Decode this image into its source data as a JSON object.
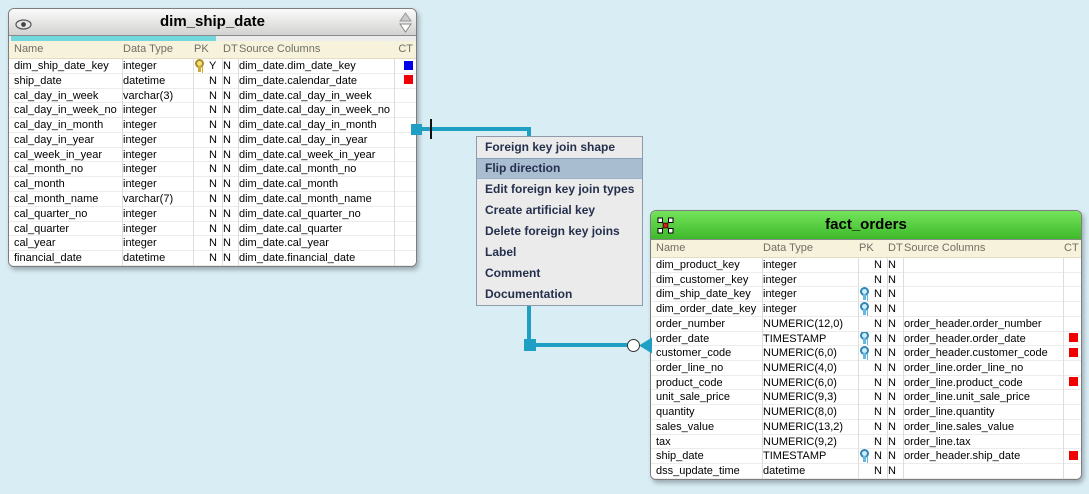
{
  "colors": {
    "canvasBg": "#d9edf4",
    "connector": "#1f9fc4",
    "dimHeaderTop": "#fbfbfb",
    "dimHeaderBottom": "#d2d2d0",
    "factHeaderTop": "#74e45b",
    "factHeaderBottom": "#3eb92a",
    "colheadBg": "#f7f2dc",
    "scrollThumb": "#72d8dd",
    "menuHighlight": "#a9bdd1",
    "ctBlue": "#0000e8",
    "ctRed": "#f00000"
  },
  "dim_table": {
    "title": "dim_ship_date",
    "header_icon": "eye-icon",
    "columns": [
      "Name",
      "Data Type",
      "PK",
      "DT",
      "Source Columns",
      "CT"
    ],
    "rows": [
      {
        "name": "dim_ship_date_key",
        "type": "integer",
        "key": "gold",
        "pk": "Y",
        "dt": "N",
        "source": "dim_date.dim_date_key",
        "ct": "blue"
      },
      {
        "name": "ship_date",
        "type": "datetime",
        "key": "",
        "pk": "N",
        "dt": "N",
        "source": "dim_date.calendar_date",
        "ct": "red"
      },
      {
        "name": "cal_day_in_week",
        "type": "varchar(3)",
        "key": "",
        "pk": "N",
        "dt": "N",
        "source": "dim_date.cal_day_in_week",
        "ct": ""
      },
      {
        "name": "cal_day_in_week_no",
        "type": "integer",
        "key": "",
        "pk": "N",
        "dt": "N",
        "source": "dim_date.cal_day_in_week_no",
        "ct": ""
      },
      {
        "name": "cal_day_in_month",
        "type": "integer",
        "key": "",
        "pk": "N",
        "dt": "N",
        "source": "dim_date.cal_day_in_month",
        "ct": ""
      },
      {
        "name": "cal_day_in_year",
        "type": "integer",
        "key": "",
        "pk": "N",
        "dt": "N",
        "source": "dim_date.cal_day_in_year",
        "ct": ""
      },
      {
        "name": "cal_week_in_year",
        "type": "integer",
        "key": "",
        "pk": "N",
        "dt": "N",
        "source": "dim_date.cal_week_in_year",
        "ct": ""
      },
      {
        "name": "cal_month_no",
        "type": "integer",
        "key": "",
        "pk": "N",
        "dt": "N",
        "source": "dim_date.cal_month_no",
        "ct": ""
      },
      {
        "name": "cal_month",
        "type": "integer",
        "key": "",
        "pk": "N",
        "dt": "N",
        "source": "dim_date.cal_month",
        "ct": ""
      },
      {
        "name": "cal_month_name",
        "type": "varchar(7)",
        "key": "",
        "pk": "N",
        "dt": "N",
        "source": "dim_date.cal_month_name",
        "ct": ""
      },
      {
        "name": "cal_quarter_no",
        "type": "integer",
        "key": "",
        "pk": "N",
        "dt": "N",
        "source": "dim_date.cal_quarter_no",
        "ct": ""
      },
      {
        "name": "cal_quarter",
        "type": "integer",
        "key": "",
        "pk": "N",
        "dt": "N",
        "source": "dim_date.cal_quarter",
        "ct": ""
      },
      {
        "name": "cal_year",
        "type": "integer",
        "key": "",
        "pk": "N",
        "dt": "N",
        "source": "dim_date.cal_year",
        "ct": ""
      },
      {
        "name": "financial_date",
        "type": "datetime",
        "key": "",
        "pk": "N",
        "dt": "N",
        "source": "dim_date.financial_date",
        "ct": ""
      }
    ]
  },
  "fact_table": {
    "title": "fact_orders",
    "header_icon": "star-schema-icon",
    "columns": [
      "Name",
      "Data Type",
      "PK",
      "DT",
      "Source Columns",
      "CT"
    ],
    "rows": [
      {
        "name": "dim_product_key",
        "type": "integer",
        "key": "",
        "pk": "N",
        "dt": "N",
        "source": "",
        "ct": ""
      },
      {
        "name": "dim_customer_key",
        "type": "integer",
        "key": "",
        "pk": "N",
        "dt": "N",
        "source": "",
        "ct": ""
      },
      {
        "name": "dim_ship_date_key",
        "type": "integer",
        "key": "blue",
        "pk": "N",
        "dt": "N",
        "source": "",
        "ct": ""
      },
      {
        "name": "dim_order_date_key",
        "type": "integer",
        "key": "blue",
        "pk": "N",
        "dt": "N",
        "source": "",
        "ct": ""
      },
      {
        "name": "order_number",
        "type": "NUMERIC(12,0)",
        "key": "",
        "pk": "N",
        "dt": "N",
        "source": "order_header.order_number",
        "ct": ""
      },
      {
        "name": "order_date",
        "type": "TIMESTAMP",
        "key": "blue",
        "pk": "N",
        "dt": "N",
        "source": "order_header.order_date",
        "ct": "red"
      },
      {
        "name": "customer_code",
        "type": "NUMERIC(6,0)",
        "key": "blue",
        "pk": "N",
        "dt": "N",
        "source": "order_header.customer_code",
        "ct": "red"
      },
      {
        "name": "order_line_no",
        "type": "NUMERIC(4,0)",
        "key": "",
        "pk": "N",
        "dt": "N",
        "source": "order_line.order_line_no",
        "ct": ""
      },
      {
        "name": "product_code",
        "type": "NUMERIC(6,0)",
        "key": "",
        "pk": "N",
        "dt": "N",
        "source": "order_line.product_code",
        "ct": "red"
      },
      {
        "name": "unit_sale_price",
        "type": "NUMERIC(9,3)",
        "key": "",
        "pk": "N",
        "dt": "N",
        "source": "order_line.unit_sale_price",
        "ct": ""
      },
      {
        "name": "quantity",
        "type": "NUMERIC(8,0)",
        "key": "",
        "pk": "N",
        "dt": "N",
        "source": "order_line.quantity",
        "ct": ""
      },
      {
        "name": "sales_value",
        "type": "NUMERIC(13,2)",
        "key": "",
        "pk": "N",
        "dt": "N",
        "source": "order_line.sales_value",
        "ct": ""
      },
      {
        "name": "tax",
        "type": "NUMERIC(9,2)",
        "key": "",
        "pk": "N",
        "dt": "N",
        "source": "order_line.tax",
        "ct": ""
      },
      {
        "name": "ship_date",
        "type": "TIMESTAMP",
        "key": "blue",
        "pk": "N",
        "dt": "N",
        "source": "order_header.ship_date",
        "ct": "red"
      },
      {
        "name": "dss_update_time",
        "type": "datetime",
        "key": "",
        "pk": "N",
        "dt": "N",
        "source": "",
        "ct": ""
      }
    ]
  },
  "context_menu": {
    "items": [
      {
        "label": "Foreign key join shape",
        "highlighted": false
      },
      {
        "label": "Flip direction",
        "highlighted": true
      },
      {
        "label": "Edit foreign key join types",
        "highlighted": false
      },
      {
        "label": "Create artificial key",
        "highlighted": false
      },
      {
        "label": "Delete foreign key joins",
        "highlighted": false
      },
      {
        "label": "Label",
        "highlighted": false
      },
      {
        "label": "Comment",
        "highlighted": false
      },
      {
        "label": "Documentation",
        "highlighted": false
      }
    ]
  }
}
